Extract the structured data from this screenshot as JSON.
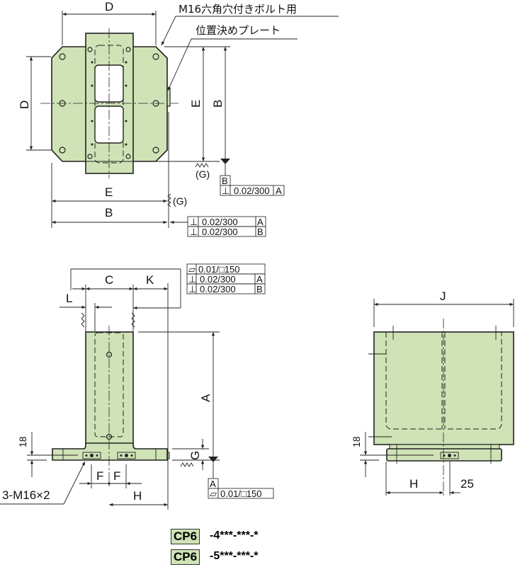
{
  "top_view": {
    "dim_top": "D",
    "dim_left": "D",
    "dim_e_vertical": "E",
    "dim_b_vertical": "B",
    "dim_e_horizontal": "E",
    "dim_b_horizontal": "B",
    "callout_bolt": "M16六角穴付きボルト用",
    "callout_plate": "位置決めプレート",
    "surface_mark_1": "(G)",
    "surface_mark_2": "(G)",
    "datum_b": "B",
    "fcf_right": {
      "symbol": "⊥",
      "value": "0.02/300",
      "datum": "A"
    },
    "fcf_bottom": [
      {
        "symbol": "⊥",
        "value": "0.02/300",
        "datum": "A"
      },
      {
        "symbol": "⊥",
        "value": "0.02/300",
        "datum": "B"
      }
    ]
  },
  "front_view": {
    "dim_c": "C",
    "dim_k": "K",
    "dim_l": "L",
    "dim_a": "A",
    "dim_g": "G",
    "dim_18": "18",
    "dim_f1": "F",
    "dim_f2": "F",
    "dim_h": "H",
    "thread_callout": "3-M16×2",
    "datum_a": "A",
    "fcf_top": [
      {
        "symbol": "▱",
        "value": "0.01/□150",
        "datum": ""
      },
      {
        "symbol": "⊥",
        "value": "0.02/300",
        "datum": "A"
      },
      {
        "symbol": "⊥",
        "value": "0.02/300",
        "datum": "B"
      }
    ],
    "fcf_flatness": {
      "symbol": "▱",
      "value": "0.01/□150"
    }
  },
  "side_view": {
    "dim_j": "J",
    "dim_18": "18",
    "dim_h": "H",
    "dim_25": "25"
  },
  "models": [
    {
      "badge": "CP6",
      "code": "-4***-***-*"
    },
    {
      "badge": "CP6",
      "code": "-5***-***-*"
    }
  ],
  "colors": {
    "body_fill": "#cfe3b6",
    "line": "#222222"
  }
}
